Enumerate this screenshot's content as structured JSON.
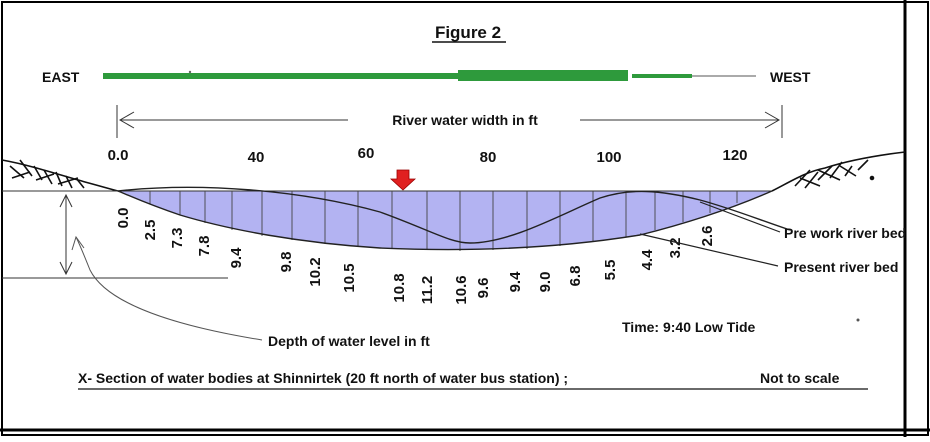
{
  "figure_title": "Figure 2",
  "east_label": "EAST",
  "west_label": "WEST",
  "width_label": "River water width in ft",
  "width_ticks": [
    "0.0",
    "40",
    "60",
    "80",
    "100",
    "120"
  ],
  "depth_values": [
    "0.0",
    "2.5",
    "7.3",
    "7.8",
    "9.4",
    "9.8",
    "10.2",
    "10.5",
    "10.8",
    "11.2",
    "10.6",
    "9.6",
    "9.4",
    "9.0",
    "6.8",
    "5.5",
    "4.4",
    "3.2",
    "2.6"
  ],
  "pre_work_label": "Pre work river bed",
  "present_label": "Present river bed",
  "depth_label": "Depth of water level in ft",
  "time_label": "Time: 9:40 Low Tide",
  "caption": "X- Section of water bodies at Shinnirtek (20 ft north of water bus station) ;",
  "caption_suffix": "Not to scale",
  "colors": {
    "water_fill": "#b3b3f2",
    "bar_green": "#2e9a3c",
    "arrow_red": "#e02020",
    "frame": "#000000"
  }
}
